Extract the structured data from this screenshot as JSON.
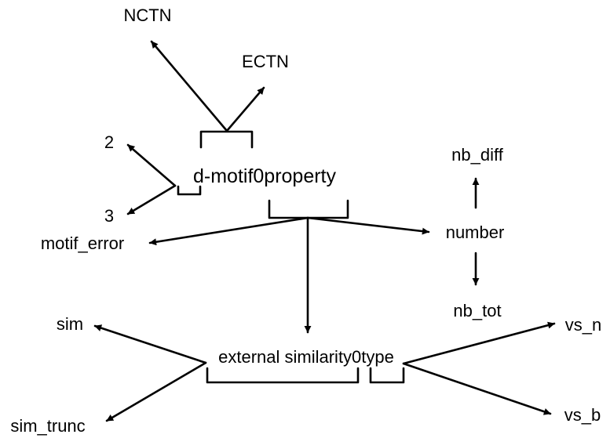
{
  "nodes": {
    "root": "d-motif0property",
    "ncti": "NCTN",
    "ecti": "ECTN",
    "two": "2",
    "three": "3",
    "motif_error": "motif_error",
    "number": "number",
    "nb_diff": "nb_diff",
    "nb_tot": "nb_tot",
    "external": "external similarity0type",
    "sim": "sim",
    "sim_trunc": "sim_trunc",
    "vs_n": "vs_n",
    "vs_b": "vs_b"
  }
}
